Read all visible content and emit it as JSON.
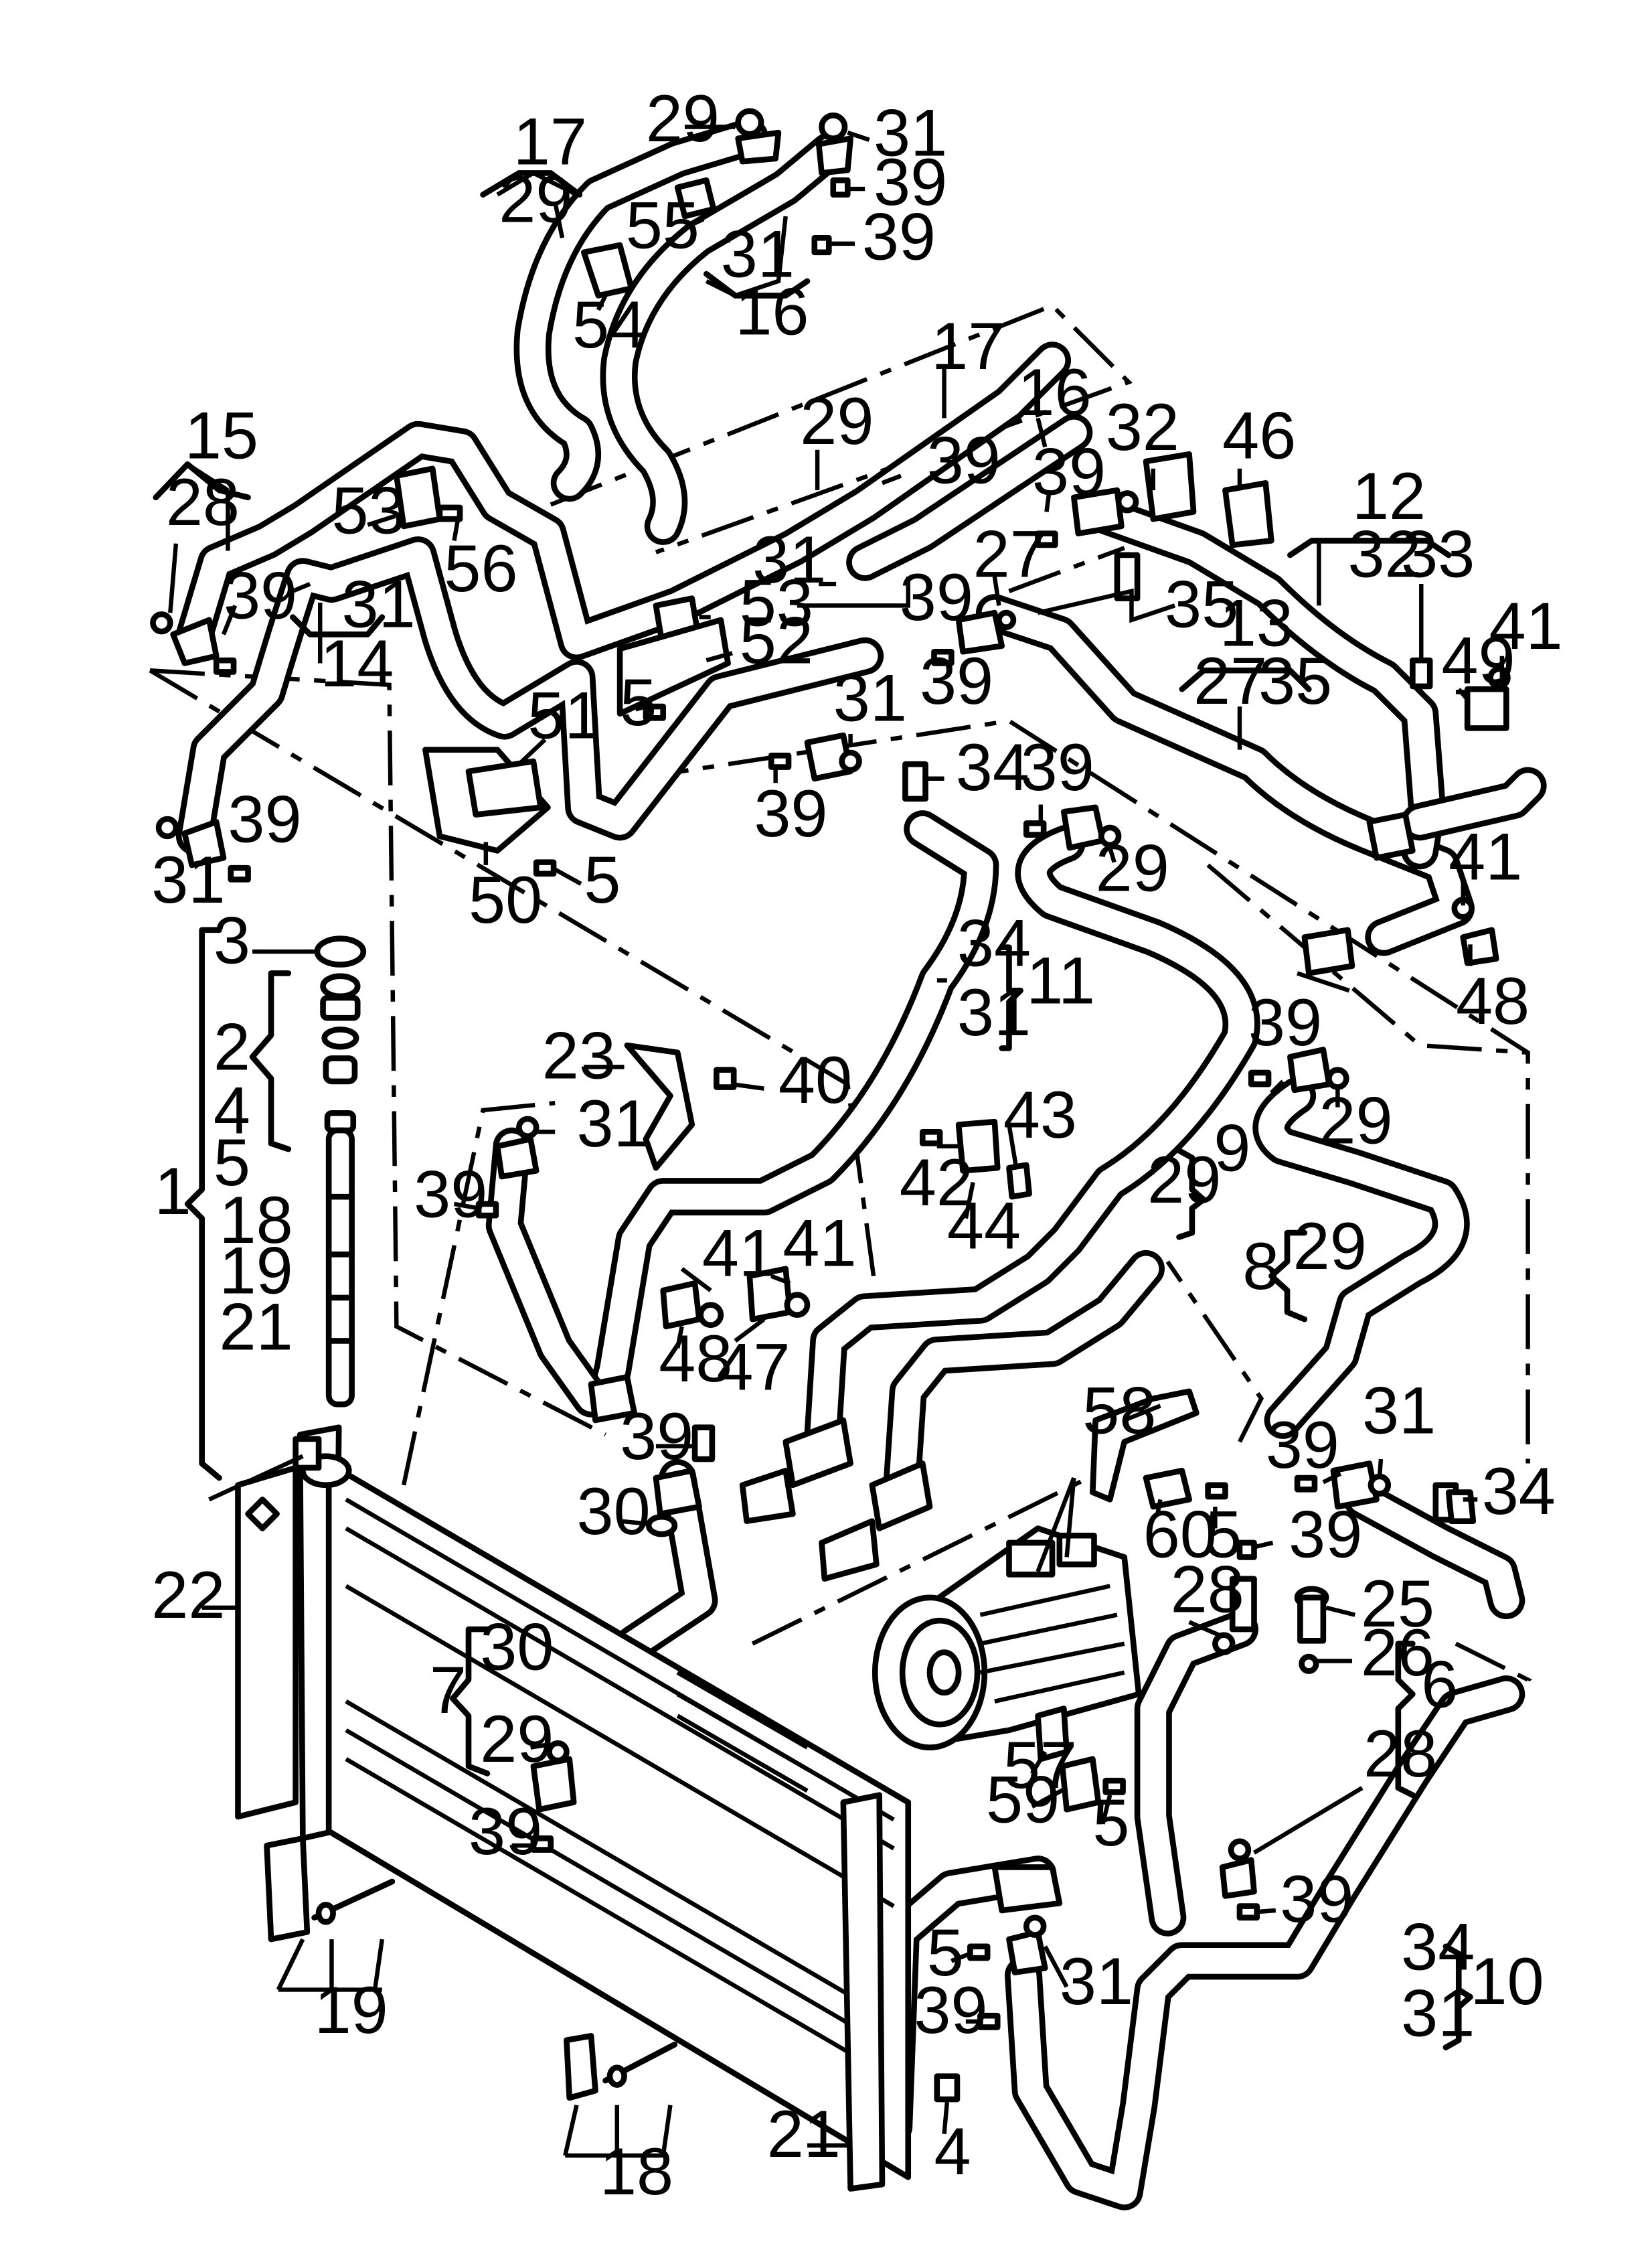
{
  "callouts": {
    "c1": "1",
    "c2": "2",
    "c3": "3",
    "c4": "4",
    "c4b": "4",
    "c5": "5",
    "c5b": "5",
    "c5c": "5",
    "c5d": "5",
    "c5e": "5",
    "c5f": "5",
    "c6": "6",
    "c7": "7",
    "c8": "8",
    "c9": "9",
    "c10": "10",
    "c11": "11",
    "c12": "12",
    "c13": "13",
    "c14": "14",
    "c15": "15",
    "c16": "16",
    "c17": "17",
    "c17b": "17",
    "c16b": "16",
    "c18": "18",
    "c18b": "18",
    "c19": "19",
    "c19b": "19",
    "c21": "21",
    "c21b": "21",
    "c22": "22",
    "c23": "23",
    "c25": "25",
    "c26": "26",
    "c27": "27",
    "c27b": "27",
    "c28": "28",
    "c28b": "28",
    "c28c": "28",
    "c29": "29",
    "c29b": "29",
    "c29c": "29",
    "c29d": "29",
    "c29e": "29",
    "c29f": "29",
    "c29g": "29",
    "c29h": "29",
    "c29i": "29",
    "c30": "30",
    "c30b": "30",
    "c31": "31",
    "c31b": "31",
    "c31c": "31",
    "c31d": "31",
    "c31e": "31",
    "c31f": "31",
    "c31g": "31",
    "c31h": "31",
    "c31i": "31",
    "c31j": "31",
    "c31k": "31",
    "c32": "32",
    "c32b": "32",
    "c33": "33",
    "c34": "34",
    "c34b": "34",
    "c34c": "34",
    "c34d": "34",
    "c35": "35",
    "c35b": "35",
    "c39a": "39",
    "c39b": "39",
    "c39c": "39",
    "c39d": "39",
    "c39e": "39",
    "c39f": "39",
    "c39g": "39",
    "c39h": "39",
    "c39i": "39",
    "c39j": "39",
    "c39k": "39",
    "c39l": "39",
    "c39m": "39",
    "c39n": "39",
    "c39o": "39",
    "c39p": "39",
    "c40": "40",
    "c41": "41",
    "c41b": "41",
    "c41c": "41",
    "c41d": "41",
    "c42": "42",
    "c43": "43",
    "c44": "44",
    "c46": "46",
    "c47": "47",
    "c48": "48",
    "c48b": "48",
    "c49": "49",
    "c50": "50",
    "c51": "51",
    "c52": "52",
    "c53": "53",
    "c53b": "53",
    "c54": "54",
    "c55": "55",
    "c56": "56",
    "c57": "57",
    "c58": "58",
    "c59": "59",
    "c60": "60"
  }
}
